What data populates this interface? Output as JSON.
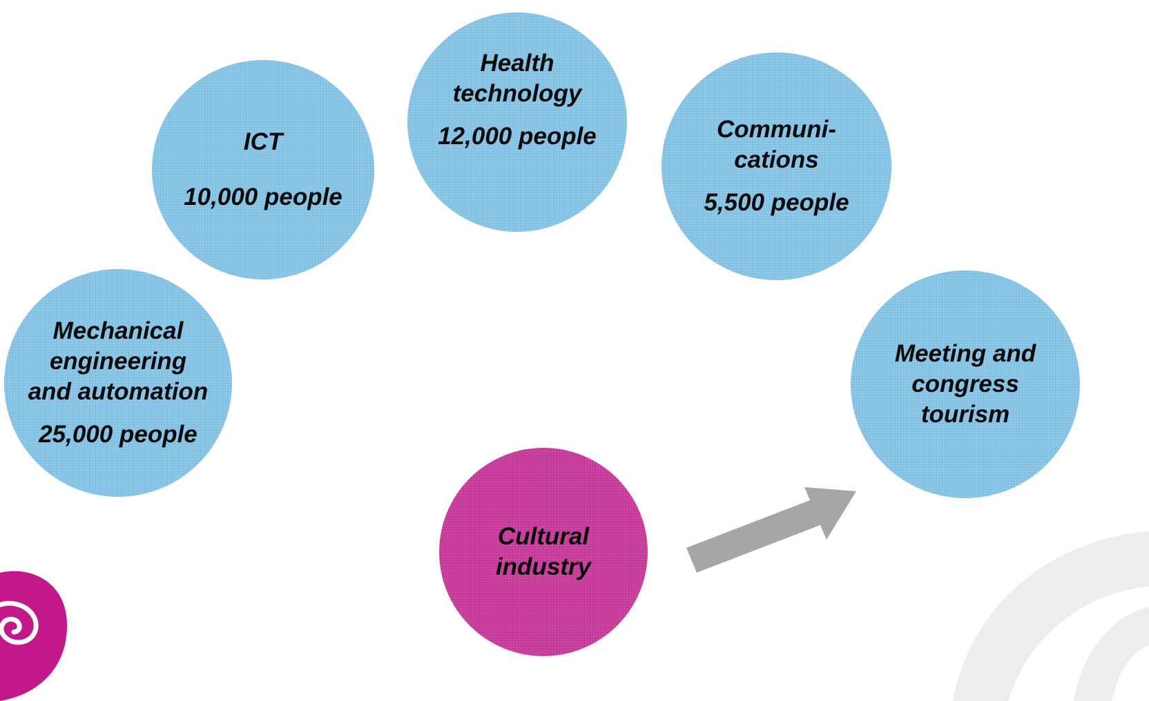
{
  "bubbles": {
    "health": {
      "title_1": "Health",
      "title_2": "technology",
      "people": "12,000 people"
    },
    "ict": {
      "title_1": "ICT",
      "people": "10,000 people"
    },
    "comm": {
      "title_1": "Communi-",
      "title_2": "cations",
      "people": "5,500 people"
    },
    "mech": {
      "title_1": "Mechanical",
      "title_2": "engineering",
      "title_3": "and automation",
      "people": "25,000 people"
    },
    "meet": {
      "title_1": "Meeting and",
      "title_2": "congress",
      "title_3": "tourism"
    },
    "culture": {
      "title_1": "Cultural",
      "title_2": "industry"
    }
  },
  "colors": {
    "bubble_blue": "#8ec9ea",
    "bubble_pink": "#c23a98",
    "arrow_gray": "#a6a6a6",
    "logo_magenta": "#c2188a",
    "deco_gray": "#ededed"
  },
  "icons": {
    "arrow": "arrow-right-up-icon",
    "logo": "spiral-logo-icon"
  }
}
